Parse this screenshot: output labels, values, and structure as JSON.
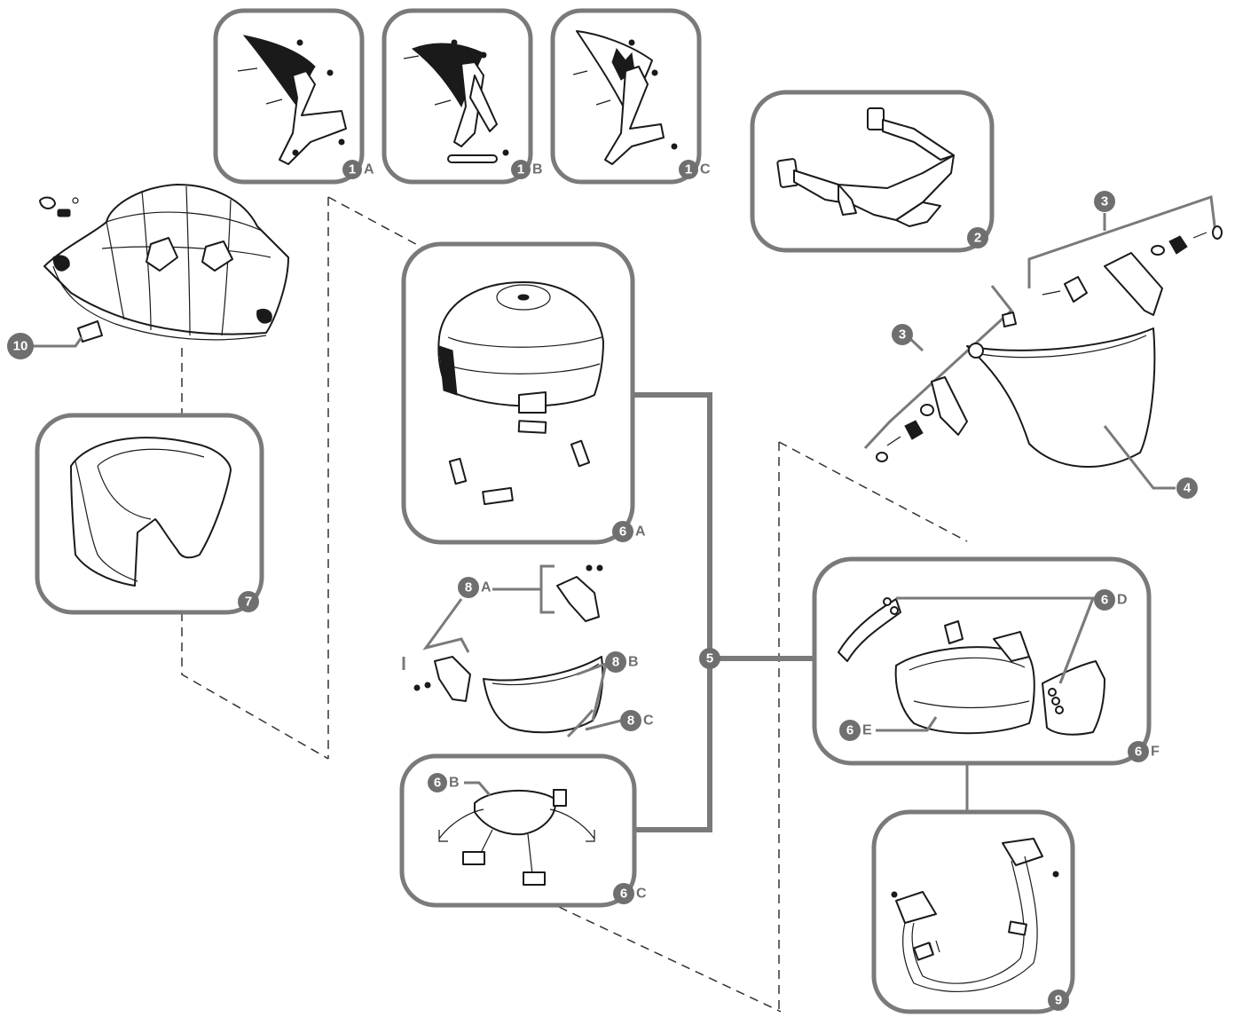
{
  "callouts": {
    "c1a": {
      "num": "1",
      "letter": "A"
    },
    "c1b": {
      "num": "1",
      "letter": "B"
    },
    "c1c": {
      "num": "1",
      "letter": "C"
    },
    "c2": {
      "num": "2",
      "letter": ""
    },
    "c3_top": {
      "num": "3",
      "letter": ""
    },
    "c3_left": {
      "num": "3",
      "letter": ""
    },
    "c4": {
      "num": "4",
      "letter": ""
    },
    "c5": {
      "num": "5",
      "letter": ""
    },
    "c6a": {
      "num": "6",
      "letter": "A"
    },
    "c6b": {
      "num": "6",
      "letter": "B"
    },
    "c6c": {
      "num": "6",
      "letter": "C"
    },
    "c6d": {
      "num": "6",
      "letter": "D"
    },
    "c6e": {
      "num": "6",
      "letter": "E"
    },
    "c6f": {
      "num": "6",
      "letter": "F"
    },
    "c7": {
      "num": "7",
      "letter": ""
    },
    "c8a": {
      "num": "8",
      "letter": "A"
    },
    "c8b": {
      "num": "8",
      "letter": "B"
    },
    "c8c": {
      "num": "8",
      "letter": "C"
    },
    "c9": {
      "num": "9",
      "letter": ""
    },
    "c10": {
      "num": "10",
      "letter": ""
    }
  },
  "parts": [
    {
      "id": "1A",
      "icon": "front-holder-flame-icon"
    },
    {
      "id": "1B",
      "icon": "front-holder-eagle-icon"
    },
    {
      "id": "1C",
      "icon": "front-holder-leaf-icon"
    },
    {
      "id": "2",
      "icon": "goggles-icon"
    },
    {
      "id": "3",
      "icon": "faceshield-mount-hardware-icon"
    },
    {
      "id": "4",
      "icon": "faceshield-icon"
    },
    {
      "id": "5",
      "icon": "helmet-shell-icon"
    },
    {
      "id": "6A",
      "icon": "impact-cap-icon"
    },
    {
      "id": "6B",
      "icon": "crown-strap-icon"
    },
    {
      "id": "6C",
      "icon": "suspension-icon"
    },
    {
      "id": "6D",
      "icon": "headband-side-icon"
    },
    {
      "id": "6E",
      "icon": "headband-icon"
    },
    {
      "id": "6F",
      "icon": "headband-assembly-icon"
    },
    {
      "id": "7",
      "icon": "ear-neck-protector-icon"
    },
    {
      "id": "8A",
      "icon": "eyeshield-bracket-icon"
    },
    {
      "id": "8B",
      "icon": "eyeshield-icon"
    },
    {
      "id": "8C",
      "icon": "eyeshield-edge-trim-icon"
    },
    {
      "id": "9",
      "icon": "chin-strap-icon"
    },
    {
      "id": "10",
      "icon": "helmet-clip-icon"
    }
  ],
  "colors": {
    "accent_gray": "#6f6f6f",
    "frame_gray": "#7a7a7a",
    "ink": "#1a1a1a"
  }
}
